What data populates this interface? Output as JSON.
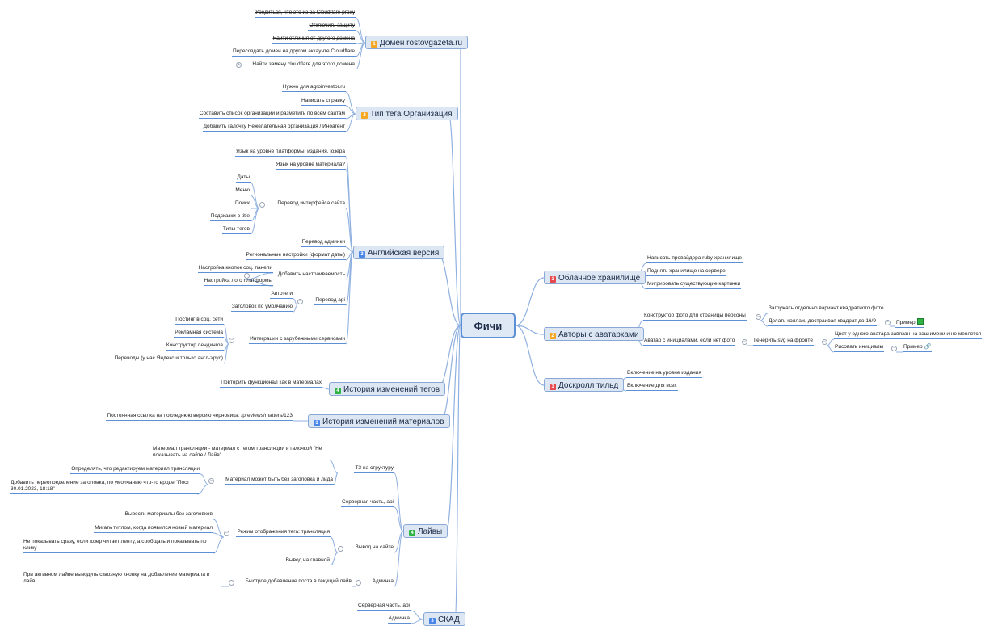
{
  "root": "Фичи",
  "left": {
    "domain": {
      "title": "Домен rostovgazeta.ru",
      "badge": "1",
      "items": [
        "Убедиться, что это из-за Cloudflare proxy",
        "Отключить защиту",
        "Найти отличия от другого домена",
        "Пересоздать домен на другом аккаунте Cloudflare",
        "Найти замену cloudflare для этого домена"
      ]
    },
    "org": {
      "title": "Тип тега Организация",
      "badge": "2",
      "items": [
        "Нужно для agroinvestor.ru",
        "Написать справку",
        "Составить список организаций и разметить по всем сайтам",
        "Добавить галочку Нежелательная организация / Иноагент"
      ]
    },
    "english": {
      "title": "Английская версия",
      "badge": "3",
      "items": [
        "Язык на уровне платформы, издания, юзера",
        "Язык на уровне материала?",
        "Перевод интерфейса сайта",
        "Перевод админки",
        "Региональные настройки (формат даты)",
        "Добавить настраиваемость",
        "Перевод api",
        "Интеграции с зарубежными сервисами"
      ],
      "ui": [
        "Даты",
        "Меню",
        "Поиск",
        "Подсказки в title",
        "Типы тегов"
      ],
      "custom": [
        "Настройка кнопок соц. панели",
        "Настройка лого платформы"
      ],
      "api": [
        "Автотеги",
        "Заголовок по умолчанию"
      ],
      "integr": [
        "Постинг в соц. сети",
        "Рекламная система",
        "Конструктор лендингов",
        "Переводы (у нас Яндекс и только англ->рус)"
      ]
    },
    "taghist": {
      "title": "История изменений тегов",
      "badge": "4",
      "items": [
        "Повторить функционал как в материалах"
      ]
    },
    "mathist": {
      "title": "История изменений материалов",
      "badge": "3",
      "items": [
        "Постоянная ссылка на последнюю версию черновика: /previews/matters/123"
      ]
    },
    "lives": {
      "title": "Лайвы",
      "badge": "4",
      "items": [
        "ТЗ на структуру",
        "Серверная часть, api",
        "Вывод на сайте",
        "Админка"
      ],
      "tz": [
        "Материал трансляции - материал с тегом трансляции и галочкой \"Не показывать на сайте / Лайв\"",
        "Материал может быть без заголовка и лида"
      ],
      "nohead": [
        "Определять, что редактируем материал трансляции",
        "Добавить переопределение заголовка, по умолчанию что-то вроде \"Пост 30.01.2023, 18:18\""
      ],
      "site": [
        "Режим отображения тега: трансляция",
        "Вывод на главной"
      ],
      "mode": [
        "Вывести материалы без заголовков",
        "Мигать титлом, когда появился новый материал",
        "Не показывать сразу, если юзер читает ленту, а сообщать и показывать по клику"
      ],
      "admin": [
        "Быстрое добавление поста в текущий лайв"
      ],
      "quick": [
        "При активном лайве выводить сквозную кнопку на добавление материала в лайв"
      ]
    },
    "skad": {
      "title": "СКАД",
      "badge": "3",
      "items": [
        "Серверная часть, api",
        "Админка"
      ]
    }
  },
  "right": {
    "cloud": {
      "title": "Облачное хранилище",
      "badge": "1",
      "items": [
        "Написать провайдера ruby-хранилище",
        "Поднять хранилище на сервере",
        "Мигрировать существующие картинки"
      ]
    },
    "avatars": {
      "title": "Авторы с аватарками",
      "badge": "2",
      "items": [
        "Конструктор фото для страницы персоны",
        "Аватар с инициалами, если нет фото"
      ],
      "constr": [
        "Загружать отдельно вариант квадратного фото",
        "Делать коллаж, достраивая квадрат до 16/9"
      ],
      "example": "Пример",
      "initials": [
        "Генерить svg на фронте"
      ],
      "svg": [
        "Цвет у одного аватара завязан на хэш имени и не меняется",
        "Рисовать инициалы"
      ]
    },
    "scroll": {
      "title": "Доскролл тильд",
      "badge": "1",
      "items": [
        "Включение на уровне издания",
        "Включение для всех"
      ]
    }
  },
  "colors": {
    "line": "#8fb0e0",
    "underline": "#5b8fd6",
    "orange": "#f5a623",
    "red": "#e5484d",
    "green": "#2fb344",
    "blue": "#4a86e8"
  }
}
